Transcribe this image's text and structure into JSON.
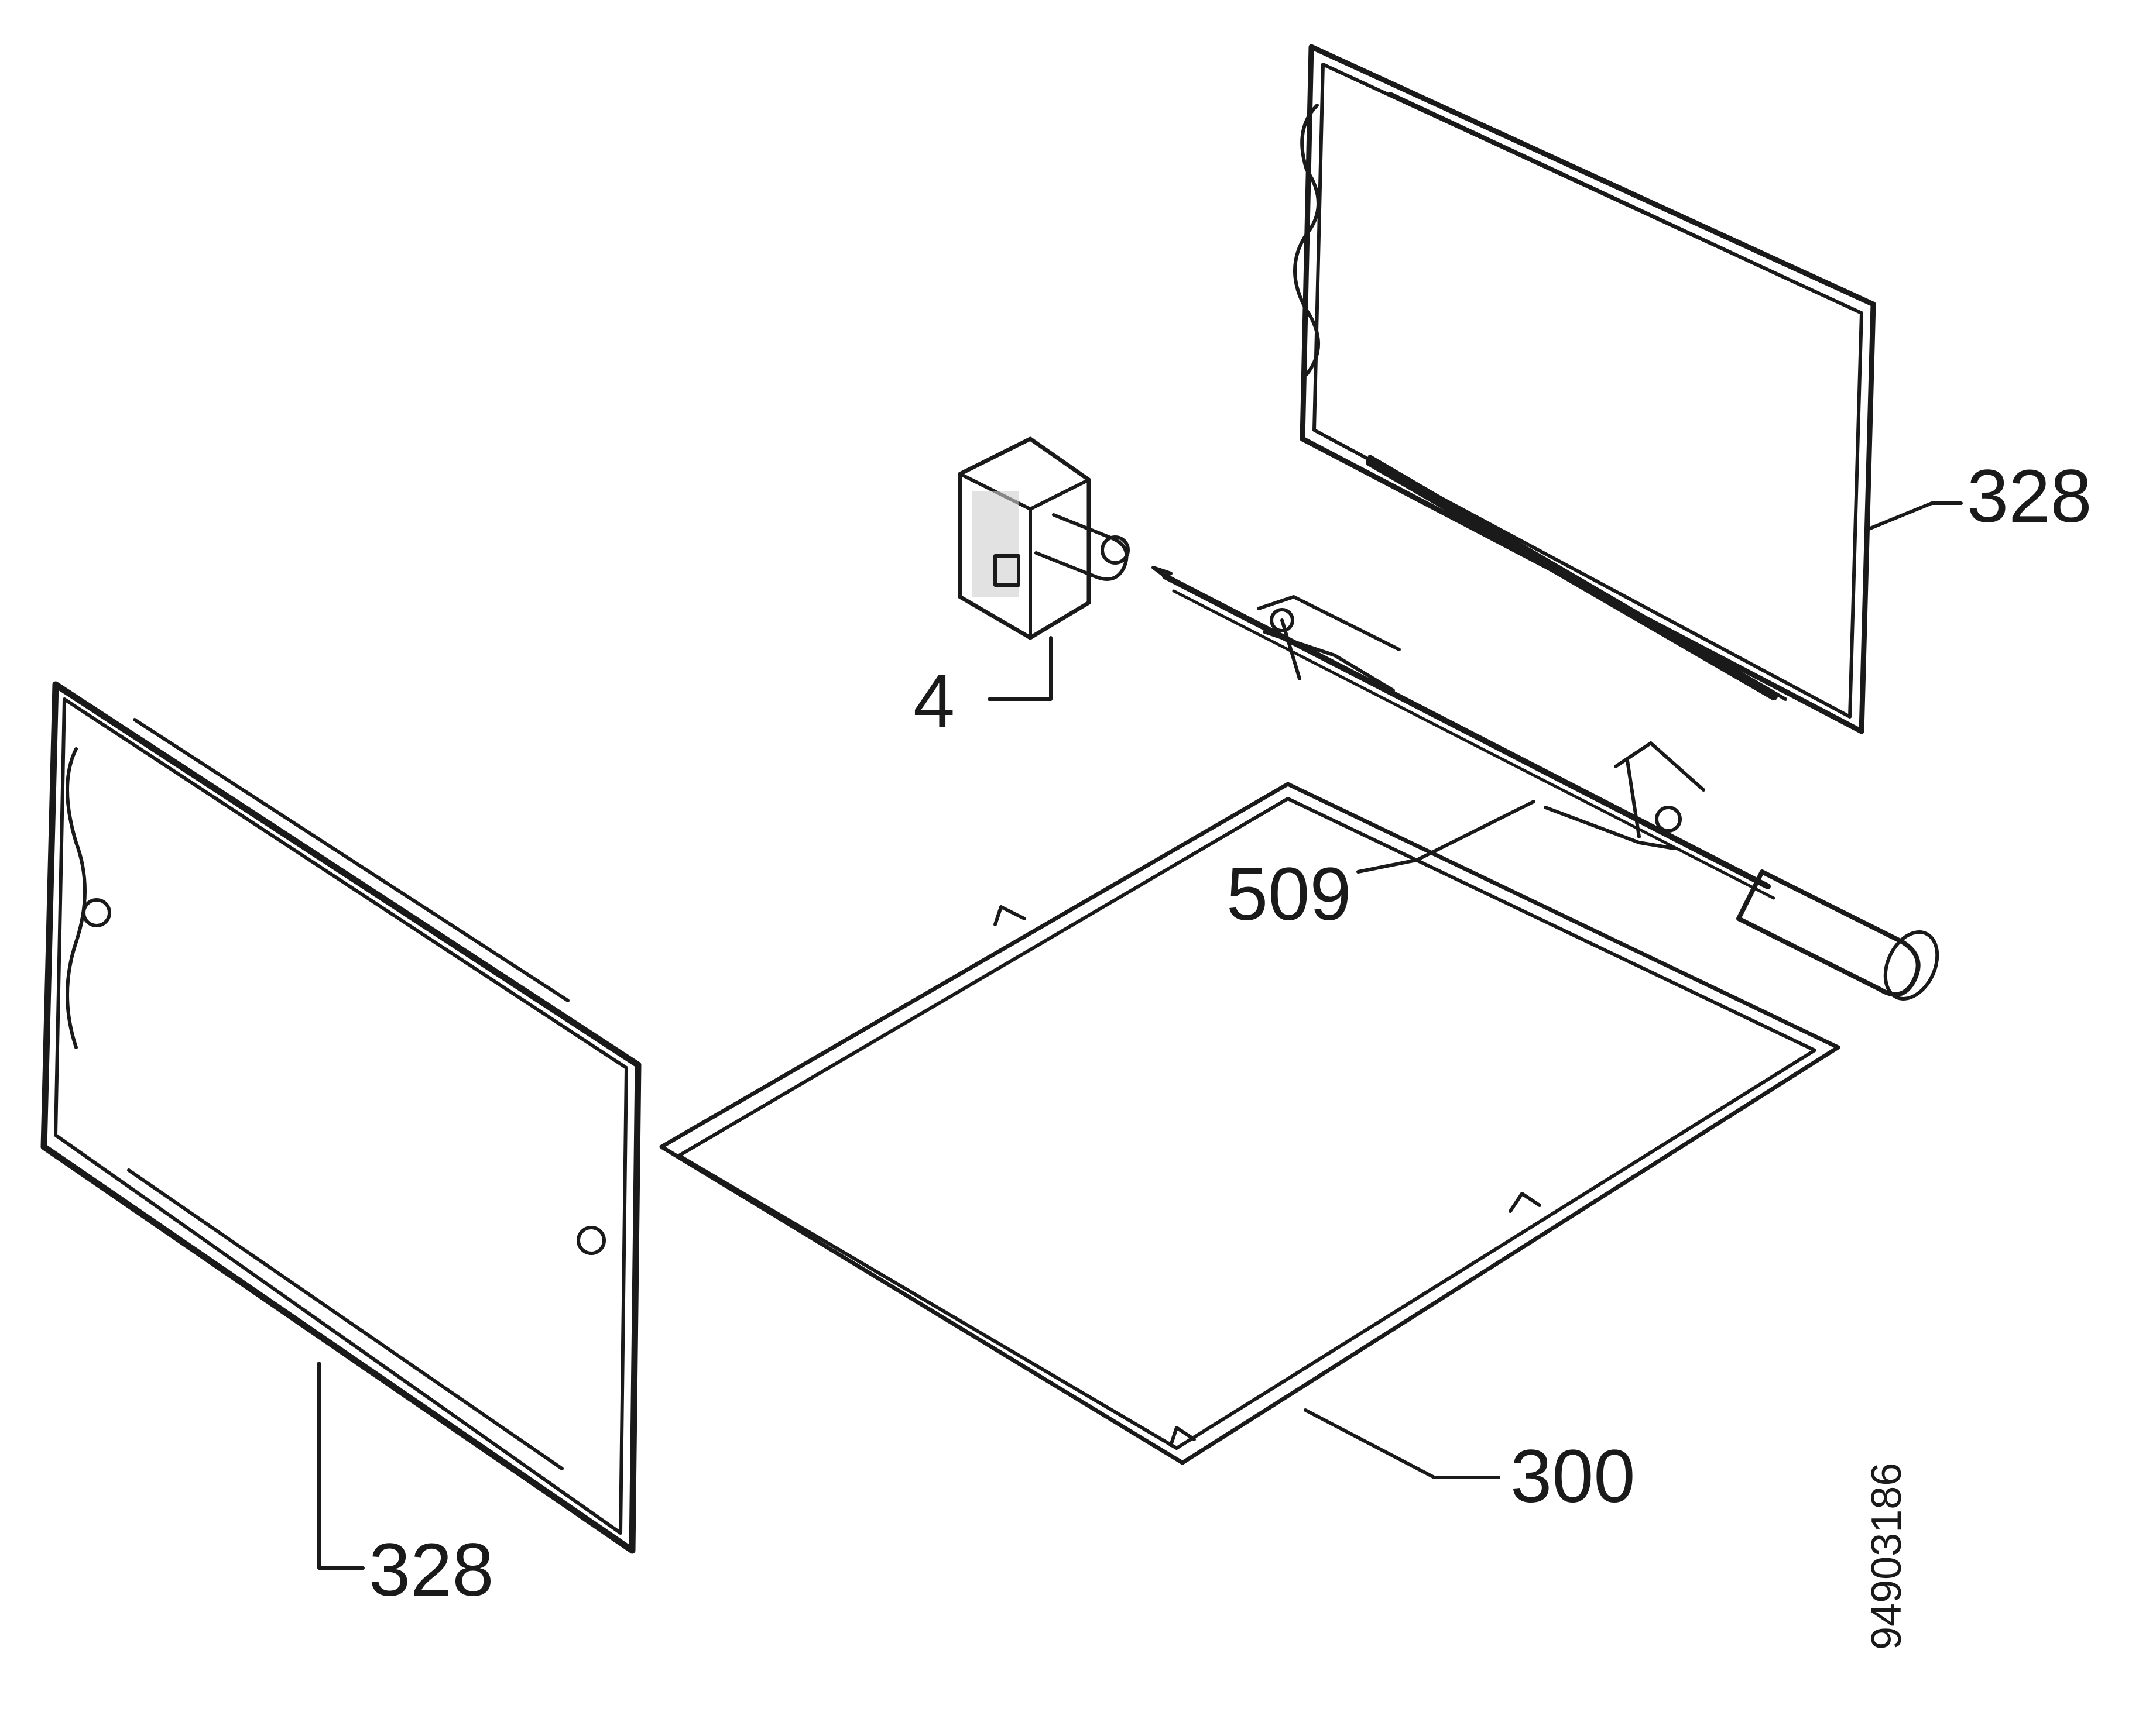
{
  "labels": {
    "shelf_right_upper": "328",
    "motor": "4",
    "rotisserie_spit": "509",
    "wire_rack": "300",
    "shelf_left": "328"
  },
  "document_number": "94903186",
  "colors": {
    "line": "#1a1a1a",
    "background": "#ffffff"
  }
}
